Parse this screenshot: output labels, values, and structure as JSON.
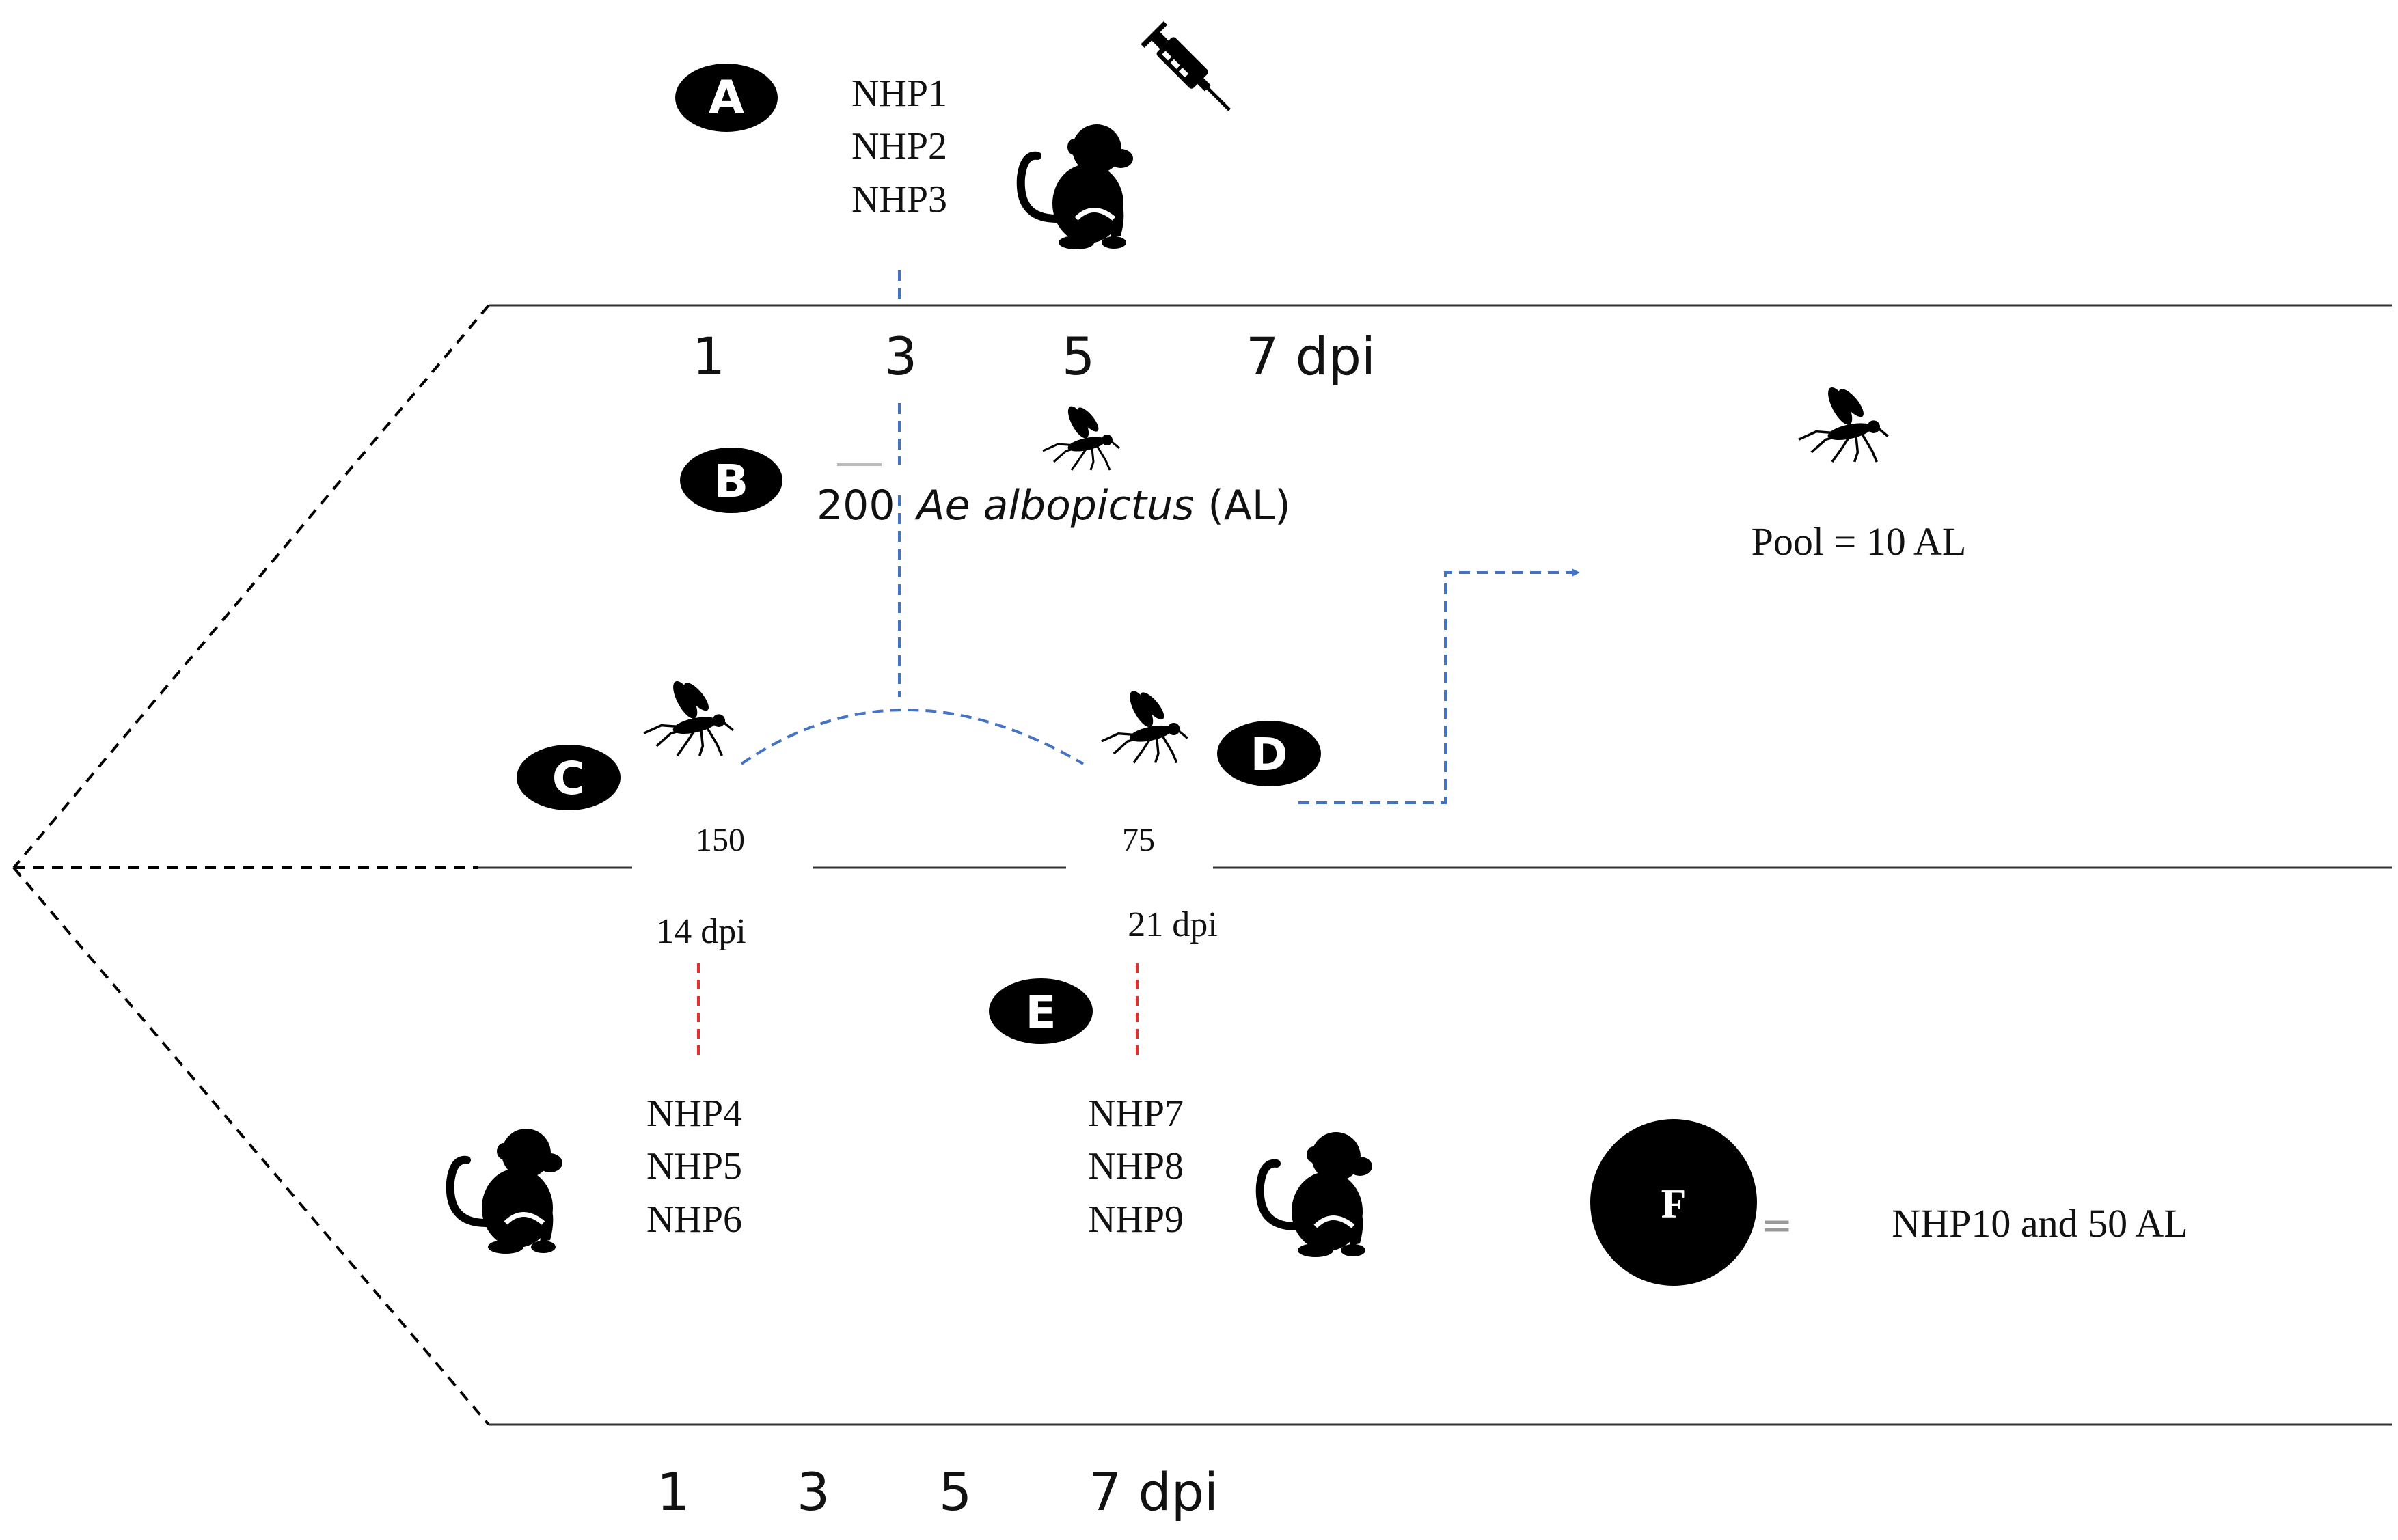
{
  "step_a": {
    "badge": "A",
    "animals": [
      "NHP1",
      "NHP2",
      "NHP3"
    ],
    "icons": [
      "monkey-icon",
      "syringe-icon"
    ]
  },
  "timeline_top": {
    "ticks": [
      "1",
      "3",
      "5",
      "7 dpi"
    ]
  },
  "step_b": {
    "badge": "B",
    "count": "200",
    "species": "Ae albopictus",
    "abbrev": "(AL)",
    "icon": "mosquito-icon"
  },
  "pool": {
    "label": "Pool = 10 AL",
    "icon": "mosquito-icon"
  },
  "step_c": {
    "badge": "C",
    "count": "150",
    "day": "14 dpi",
    "icon": "mosquito-icon"
  },
  "step_d": {
    "badge": "D",
    "count": "75",
    "day": "21 dpi",
    "icon": "mosquito-icon"
  },
  "step_e": {
    "badge": "E"
  },
  "group_c_animals": [
    "NHP4",
    "NHP5",
    "NHP6"
  ],
  "group_d_animals": [
    "NHP7",
    "NHP8",
    "NHP9"
  ],
  "step_f": {
    "badge": "F",
    "equals": "=",
    "label": "NHP10 and 50 AL"
  },
  "timeline_bottom": {
    "ticks": [
      "1",
      "3",
      "5",
      "7 dpi"
    ]
  },
  "colors": {
    "blue_dash": "#4472c4",
    "red_dash": "#e03030",
    "black": "#000000",
    "line_gray": "#333333"
  }
}
